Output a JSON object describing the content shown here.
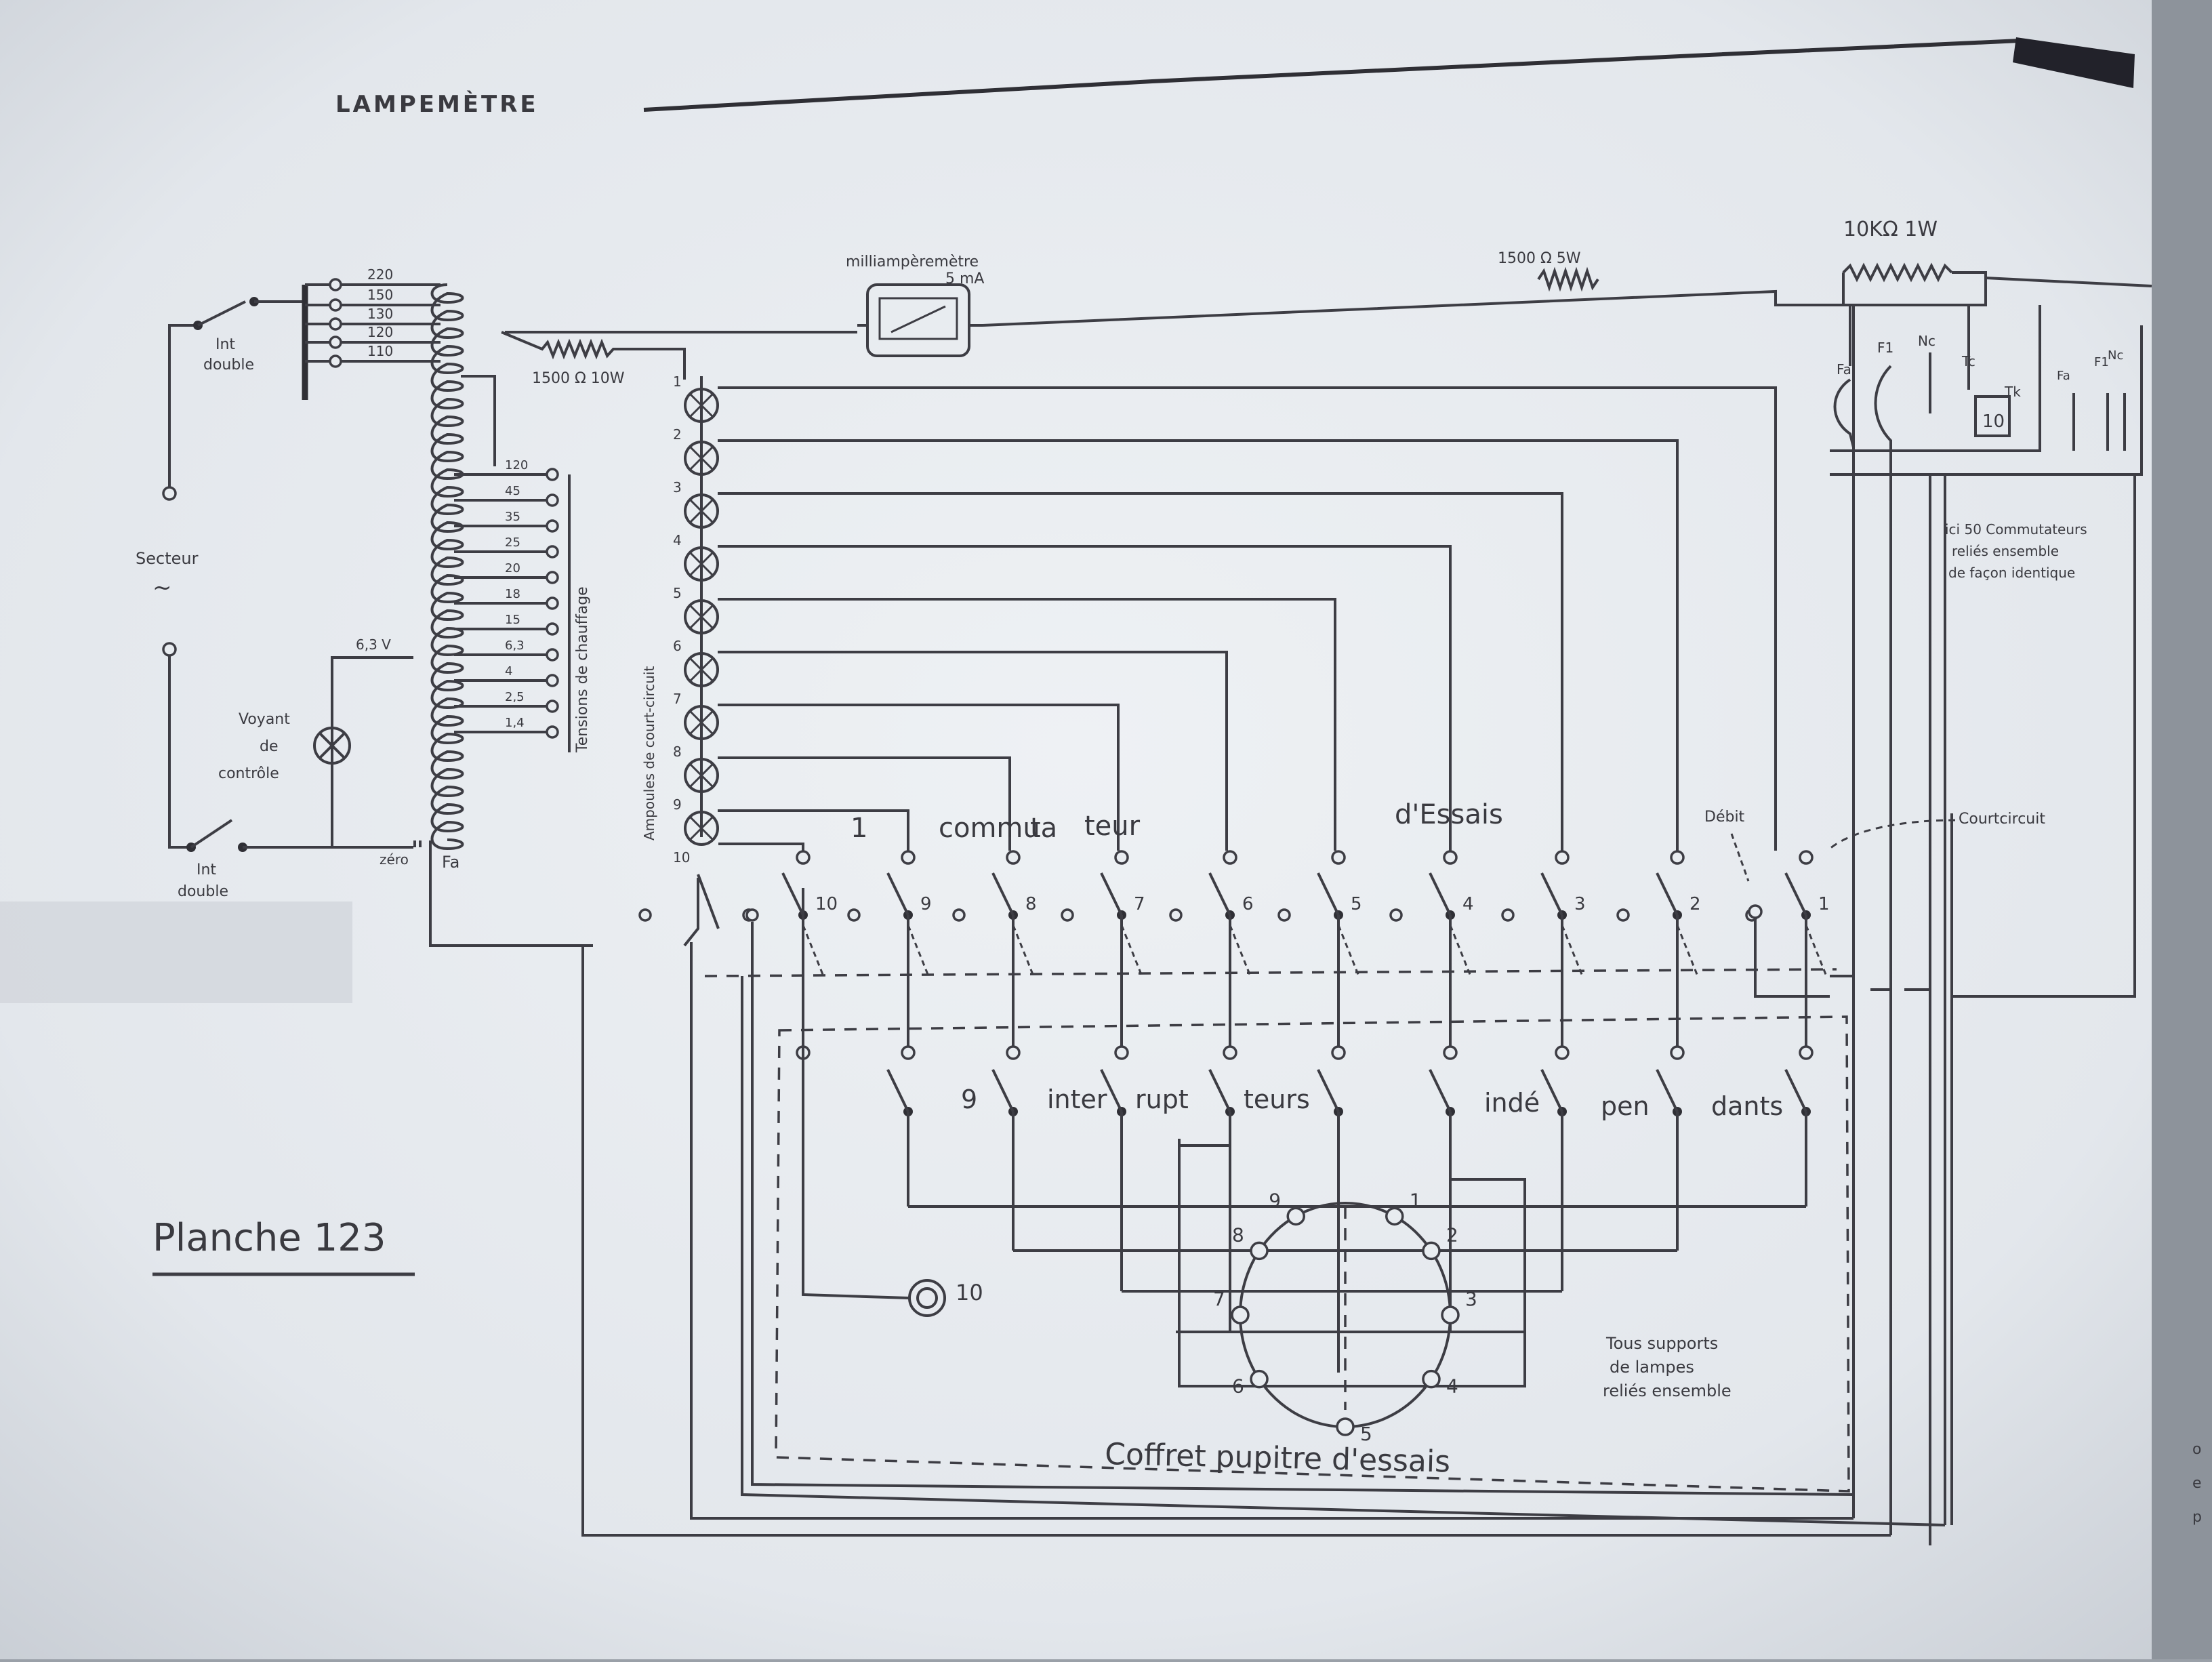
{
  "header": {
    "title": "LAMPEMÈTRE"
  },
  "caption": {
    "label": "Planche 123"
  },
  "supply": {
    "secteur": "Secteur",
    "switch_top": [
      "Int",
      "double"
    ],
    "switch_bottom": [
      "Int",
      "double"
    ],
    "lamp": [
      "Voyant",
      "de",
      "contrôle"
    ],
    "lamp_voltage": "6,3 V",
    "zero": "zéro",
    "fa": "Fa"
  },
  "primary_taps": [
    "220",
    "150",
    "130",
    "120",
    "110"
  ],
  "heater_taps": [
    "120",
    "45",
    "35",
    "25",
    "20",
    "18",
    "15",
    "6,3",
    "4",
    "2,5",
    "1,4"
  ],
  "heater_label": "Tensions de chauffage",
  "shortcircuit_label": "Ampoules de court-circuit",
  "shortcircuit_numbers": [
    "1",
    "2",
    "3",
    "4",
    "5",
    "6",
    "7",
    "8",
    "9",
    "10"
  ],
  "resistors": {
    "r1": "1500 Ω 10W",
    "r2": "1500 Ω 5W",
    "r3": "10KΩ 1W"
  },
  "meter": {
    "label_line1": "milliampèremètre",
    "label_line2": "5 mA"
  },
  "commutator": {
    "word_1": "1",
    "word_2": "commu",
    "word_3": "ta",
    "word_4": "teur",
    "word_5": "d'Essais",
    "debit": "Débit",
    "court_circuit": "Courtcircuit",
    "numbers": [
      "10",
      "9",
      "8",
      "7",
      "6",
      "5",
      "4",
      "3",
      "2",
      "1"
    ]
  },
  "interrupters": {
    "word_1": "9",
    "word_2": "inter",
    "word_3": "rupt",
    "word_4": "teurs",
    "word_5": "indé",
    "word_6": "pen",
    "word_7": "dants"
  },
  "right_block": {
    "labels_a": [
      "Fa",
      "F1",
      "Nc",
      "Tc",
      "Tk"
    ],
    "labels_b": [
      "Fa",
      "F1",
      "Nc"
    ],
    "box_label": "10",
    "note": [
      "ici 50 Commutateurs",
      "reliés ensemble",
      "de façon identique"
    ]
  },
  "socket": {
    "pins": [
      "1",
      "2",
      "3",
      "4",
      "5",
      "6",
      "7",
      "8",
      "9"
    ],
    "pin10": "10",
    "note": [
      "Tous supports",
      "de lampes",
      "reliés ensemble"
    ]
  },
  "box_label": "Coffret pupitre d'essais"
}
